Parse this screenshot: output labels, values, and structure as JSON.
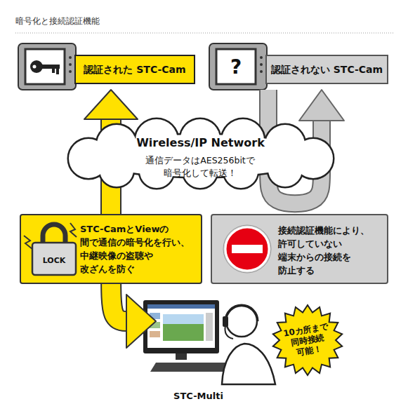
{
  "diagram": {
    "title": "暗号化と接続認証機能",
    "nodes": [
      {
        "text": [
          "認証された STC-Cam"
        ]
      },
      {
        "text": [
          "認証されない STC-Cam"
        ]
      },
      {
        "text": [
          "Wireless/IP Network",
          "通信データはAES256bitで 暗号化して転送！"
        ]
      },
      {
        "text": [
          "STC-CamとViewの 間で通信の暗号化を行い、 中継映像の盗聴や 改ざんを防ぐ"
        ]
      },
      {
        "text": [
          "接続認証機能により、 許可していない 端末からの接続を 防止する"
        ]
      },
      {
        "text": [
          "STC-Multi"
        ]
      },
      {
        "text": [
          "10カ所まで 同時接続 可能！"
        ]
      }
    ],
    "edges": [
      {
        "from": 5,
        "to": 0,
        "arrow": "both"
      },
      {
        "from": 1,
        "to": 1,
        "arrow": "to"
      }
    ],
    "labels": [
      "?",
      "LOCK"
    ]
  }
}
